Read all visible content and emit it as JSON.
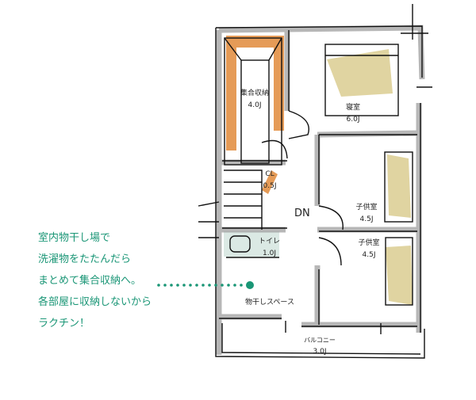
{
  "rooms": {
    "storage": {
      "name": "集合収納",
      "size": "4.0J"
    },
    "bedroom": {
      "name": "寝室",
      "size": "6.0J"
    },
    "closet": {
      "name": "CL",
      "size": "0.5J"
    },
    "kids1": {
      "name": "子供室",
      "size": "4.5J"
    },
    "kids2": {
      "name": "子供室",
      "size": "4.5J"
    },
    "toilet": {
      "name": "トイレ",
      "size": "1.0J"
    },
    "drying": {
      "name": "物干しスペース"
    },
    "balcony": {
      "name": "バルコニー",
      "size": "3.0J"
    },
    "stairs": {
      "label": "DN"
    }
  },
  "note": {
    "lines": [
      "室内物干し場で",
      "洗濯物をたたんだら",
      "まとめて集合収納へ。",
      "各部屋に収納しないから",
      "ラクチン！"
    ]
  },
  "colors": {
    "accent": "#1a9676",
    "storage_highlight": "#e08a3a",
    "bed_fill": "#d8c98a",
    "toilet_fill": "#dbe9e4",
    "wall": "#999999"
  }
}
